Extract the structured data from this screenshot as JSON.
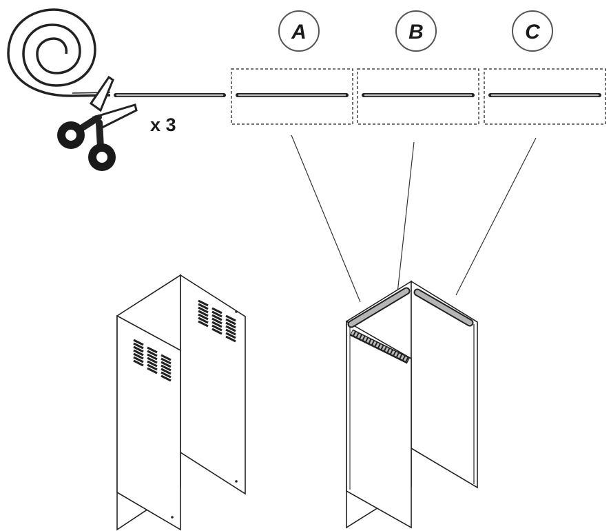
{
  "instruction": {
    "cut_count_label": "x 3"
  },
  "strips": [
    {
      "label": "A"
    },
    {
      "label": "B"
    },
    {
      "label": "C"
    }
  ],
  "icons": {
    "roll": "tape-roll-icon",
    "cutter": "scissors-icon"
  },
  "colors": {
    "line": "#222222",
    "strip_fill": "#bdbdbd",
    "strip_outline": "#555555",
    "panel_fill": "#ffffff"
  }
}
